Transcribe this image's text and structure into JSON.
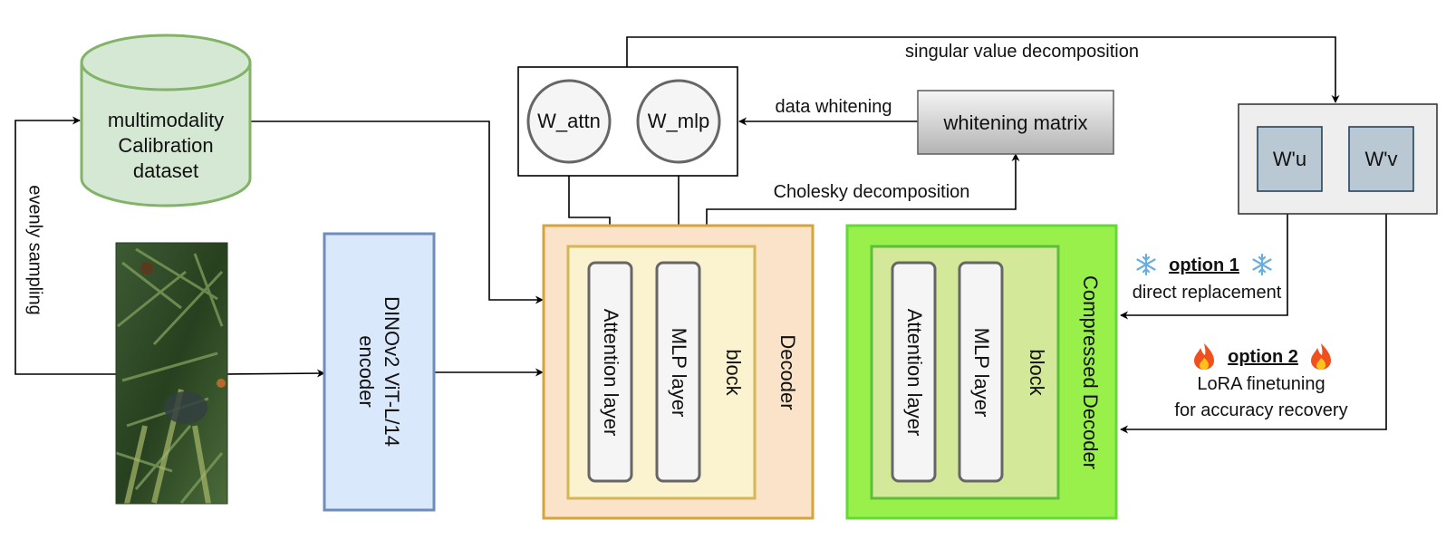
{
  "nodes": {
    "calibration_dataset": {
      "lines": [
        "multimodality",
        "Calibration",
        "dataset"
      ]
    },
    "encoder": {
      "lines": [
        "DINOv2 ViT-L/14",
        "encoder"
      ]
    },
    "decoder": {
      "label": "Decoder",
      "block_label": "block",
      "attention_label": "Attention layer",
      "mlp_label": "MLP layer"
    },
    "weights": {
      "attn": "W_attn",
      "mlp": "W_mlp"
    },
    "whitening_matrix": {
      "label": "whitening matrix"
    },
    "svd_factors": {
      "u": "W'u",
      "v": "W'v"
    },
    "compressed_decoder": {
      "label": "Compressed Decoder",
      "block_label": "block",
      "attention_label": "Attention layer",
      "mlp_label": "MLP layer"
    }
  },
  "edges": {
    "evenly_sampling": "evenly sampling",
    "data_whitening": "data whitening",
    "cholesky": "Cholesky decomposition",
    "svd": "singular value decomposition"
  },
  "options": {
    "option1": {
      "title": "option 1",
      "subtitle": "direct replacement",
      "icon": "snowflake-icon"
    },
    "option2": {
      "title": "option 2",
      "line1": "LoRA finetuning",
      "line2": "for accuracy recovery",
      "icon": "fire-icon"
    }
  },
  "colors": {
    "dataset_fill": "#d5e8d4",
    "dataset_stroke": "#82b366",
    "encoder_fill": "#dae8fc",
    "encoder_stroke": "#6c8ebf",
    "decoder_fill": "#fae3c8",
    "decoder_stroke": "#d6a33c",
    "block_fill": "#fbf2d0",
    "block_stroke": "#d6b656",
    "compressed_fill": "#99f04a",
    "compressed_stroke": "#64d93a",
    "cblock_fill": "#d4e89a",
    "cblock_stroke": "#5bbf3a",
    "factor_fill": "#bac8d3",
    "factor_stroke": "#23445d",
    "panel_fill": "#eeeeee",
    "layer_fill": "#f5f5f5",
    "layer_stroke": "#666666"
  }
}
